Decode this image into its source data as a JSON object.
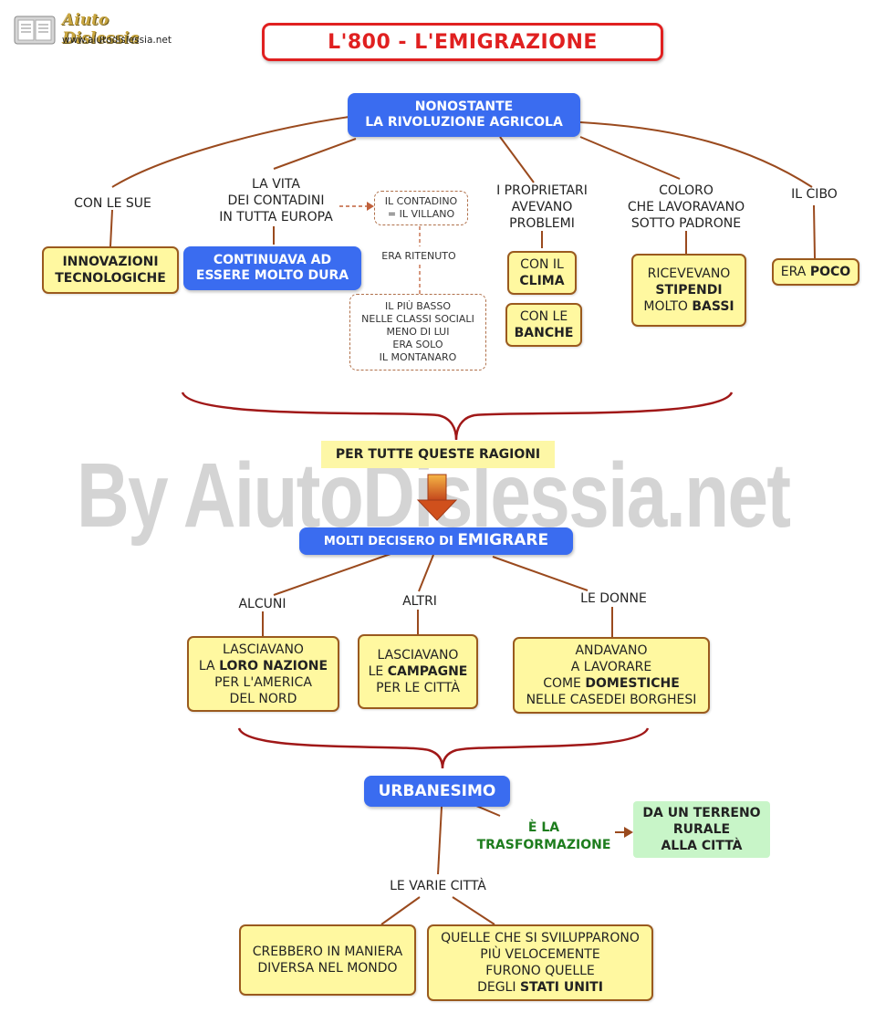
{
  "logo": {
    "name": "Aiuto Dislessia",
    "url": "www.aiutodislessia.net"
  },
  "title": "L'800 - L'EMIGRAZIONE",
  "watermark": "By AiutoDislessia.net",
  "top": {
    "root": "NONOSTANTE\nLA RIVOLUZIONE  AGRICOLA",
    "branches": {
      "con_le_sue": "CON LE SUE",
      "innovazioni": "INNOVAZIONI\nTECNOLOGICHE",
      "la_vita": "LA VITA\nDEI CONTADINI\nIN TUTTA EUROPA",
      "continuava": "CONTINUAVA AD\nESSERE MOLTO  DURA",
      "il_contadino": "IL CONTADINO\n= IL VILLANO",
      "era_ritenuto": "ERA RITENUTO",
      "il_piu_basso": "IL PIÙ BASSO\nNELLE CLASSI SOCIALI\nMENO DI LUI\nERA SOLO\nIL MONTANARO",
      "proprietari": "I PROPRIETARI\nAVEVANO\nPROBLEMI",
      "clima_pre": "CON IL",
      "clima_bold": "CLIMA",
      "banche_pre": "CON LE",
      "banche_bold": "BANCHE",
      "coloro": "COLORO\nCHE LAVORAVANO\nSOTTO PADRONE",
      "ricevevano_1": "RICEVEVANO",
      "ricevevano_bold1": "STIPENDI",
      "ricevevano_2": "MOLTO",
      "ricevevano_bold2": "BASSI",
      "il_cibo": "IL CIBO",
      "era_poco_pre": "ERA",
      "era_poco_bold": "POCO"
    }
  },
  "middle": {
    "ragioni": "PER TUTTE QUESTE RAGIONI",
    "emigrare_pre": "MOLTI DECISERO DI",
    "emigrare_bold": "EMIGRARE",
    "alcuni": "ALCUNI",
    "altri": "ALTRI",
    "le_donne": "LE DONNE",
    "box1_a": "LASCIAVANO",
    "box1_b": "LA",
    "box1_bold": "LORO NAZIONE",
    "box1_c": "PER L'AMERICA",
    "box1_d": "DEL NORD",
    "box2_a": "LASCIAVANO",
    "box2_b": "LE",
    "box2_bold": "CAMPAGNE",
    "box2_c": "PER LE CITTÀ",
    "box3_a": "ANDAVANO",
    "box3_b": "A LAVORARE",
    "box3_c": "COME",
    "box3_bold": "DOMESTICHE",
    "box3_d": "NELLE CASEDEI BORGHESI"
  },
  "bottom": {
    "urbanesimo": "URBANESIMO",
    "trasformazione": "È LA\nTRASFORMAZIONE",
    "terreno": "DA UN TERRENO\nRURALE\nALLA CITTÀ",
    "varie_citta": "LE VARIE CITTÀ",
    "crebbero": "CREBBERO IN MANIERA\nDIVERSA NEL MONDO",
    "quelle_1": "QUELLE CHE SI SVILUPPARONO",
    "quelle_2": "PIÙ VELOCEMENTE",
    "quelle_3": "FURONO QUELLE",
    "quelle_4": "DEGLI",
    "quelle_bold": "STATI UNITI"
  },
  "colors": {
    "blue": "#3a6cf0",
    "yellow": "#fff8a0",
    "brown": "#9a5a1e",
    "green_box": "#c8f5c8",
    "green_text": "#1e7d1e",
    "title_red": "#e02020"
  }
}
